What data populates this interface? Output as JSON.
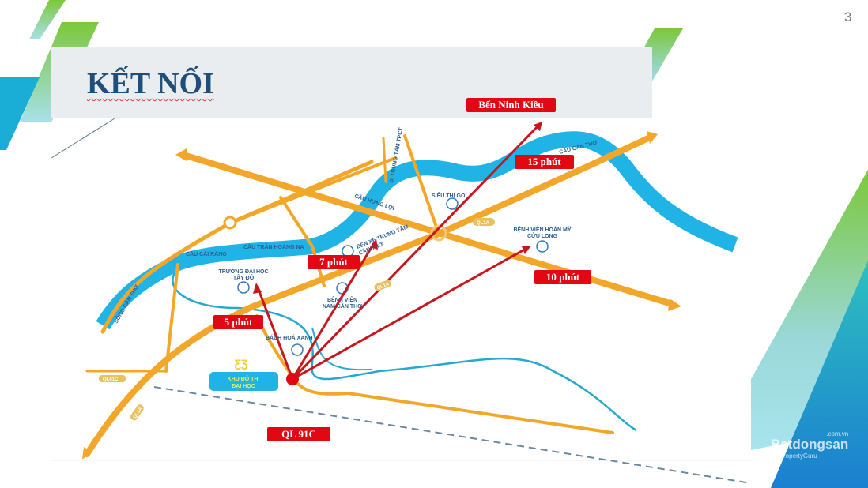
{
  "slide": {
    "title": "KẾT NỐI",
    "page_number": "3"
  },
  "badges": {
    "ninh_kieu": "Bến Ninh Kiều",
    "min15": "15 phút",
    "min7": "7 phút",
    "min10": "10 phút",
    "min5": "5 phút",
    "ql91c": "QL 91C"
  },
  "map_labels": {
    "cau_hung_loi": "CẦU HƯNG LỢI",
    "cau_tran_hoang_na": "CẦU TRẦN HOÀNG NA",
    "cau_cai_rang": "CẦU CÁI RĂNG",
    "song_can_tho": "SÔNG CẦN THƠ",
    "dh_tay_do_1": "TRƯỜNG ĐẠI HỌC",
    "dh_tay_do_2": "TÂY ĐÔ",
    "ben_xe_1": "BẾN XE TRUNG TÂM",
    "ben_xe_2": "CẦN THƠ",
    "bv_nam_1": "BỆNH VIỆN",
    "bv_nam_2": "NAM CẦN THƠ",
    "sieu_thi": "SIÊU THỊ GO!",
    "hoan_my_1": "BỆNH VIỆN HOÀN MỸ",
    "hoan_my_2": "CỬU LONG",
    "di_tt": "ĐI TRUNG TÂM TPCT",
    "cau_can_tho": "CẦU CẦN THƠ",
    "bach_hoa": "BÁCH HOÁ XANH",
    "kdt_1": "KHU ĐÔ THỊ",
    "kdt_2": "ĐẠI HỌC",
    "ql1a": "QL1A",
    "ql61c": "QL61C"
  },
  "watermark": {
    "brand": "Batdongsan",
    "domain": ".com.vn",
    "by": "by PropertyGuru"
  },
  "colors": {
    "road": "#f2a72a",
    "river": "#1fb3e6",
    "arrow": "#c8161d",
    "badge": "#e30613",
    "title": "#1f4e79"
  }
}
